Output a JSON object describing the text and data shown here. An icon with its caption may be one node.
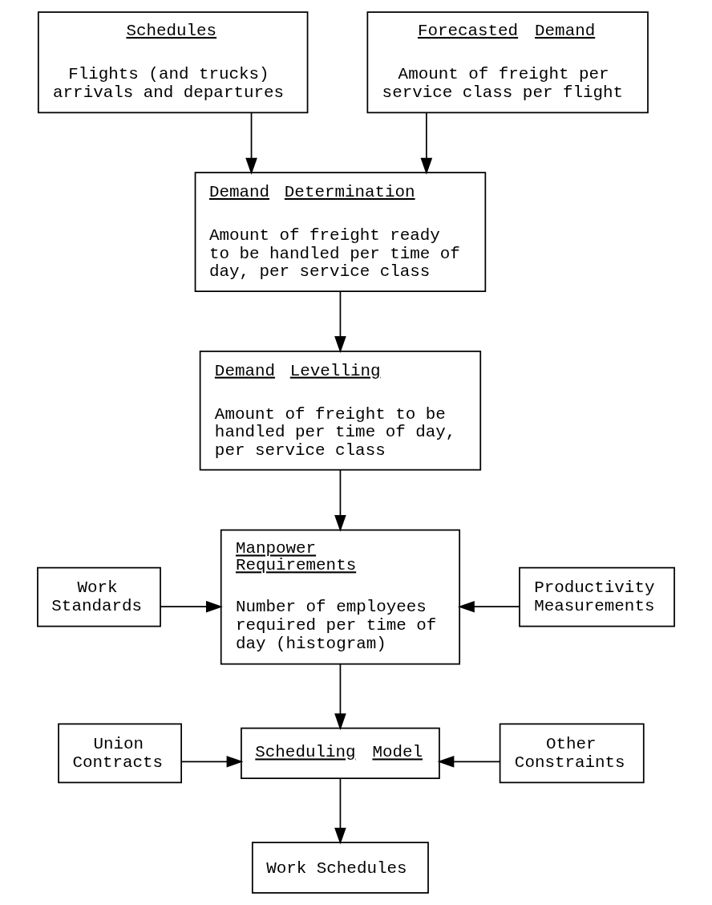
{
  "diagram": {
    "nodes": [
      {
        "text": [
          "Schedules",
          "Flights (and trucks) arrivals and departures"
        ]
      },
      {
        "text": [
          "Forecasted Demand",
          "Amount of freight per service class per flight"
        ]
      },
      {
        "text": [
          "Demand Determination",
          "Amount of freight ready to be handled per time of day, per service class"
        ]
      },
      {
        "text": [
          "Demand Levelling",
          "Amount of freight to be handled per time of day, per service class"
        ]
      },
      {
        "text": [
          "Work Standards"
        ]
      },
      {
        "text": [
          "Manpower Requirements",
          "Number of employees required per time of day (histogram)"
        ]
      },
      {
        "text": [
          "Productivity Measurements"
        ]
      },
      {
        "text": [
          "Union Contracts"
        ]
      },
      {
        "text": [
          "Scheduling Model"
        ]
      },
      {
        "text": [
          "Other Constraints"
        ]
      },
      {
        "text": [
          "Work Schedules"
        ]
      }
    ],
    "edges": [
      {
        "from": 0,
        "to": 2,
        "arrow": "to"
      },
      {
        "from": 1,
        "to": 2,
        "arrow": "to"
      },
      {
        "from": 2,
        "to": 3,
        "arrow": "to"
      },
      {
        "from": 3,
        "to": 5,
        "arrow": "to"
      },
      {
        "from": 4,
        "to": 5,
        "arrow": "to"
      },
      {
        "from": 6,
        "to": 5,
        "arrow": "to"
      },
      {
        "from": 5,
        "to": 8,
        "arrow": "to"
      },
      {
        "from": 7,
        "to": 8,
        "arrow": "to"
      },
      {
        "from": 9,
        "to": 8,
        "arrow": "to"
      },
      {
        "from": 8,
        "to": 10,
        "arrow": "to"
      }
    ]
  }
}
